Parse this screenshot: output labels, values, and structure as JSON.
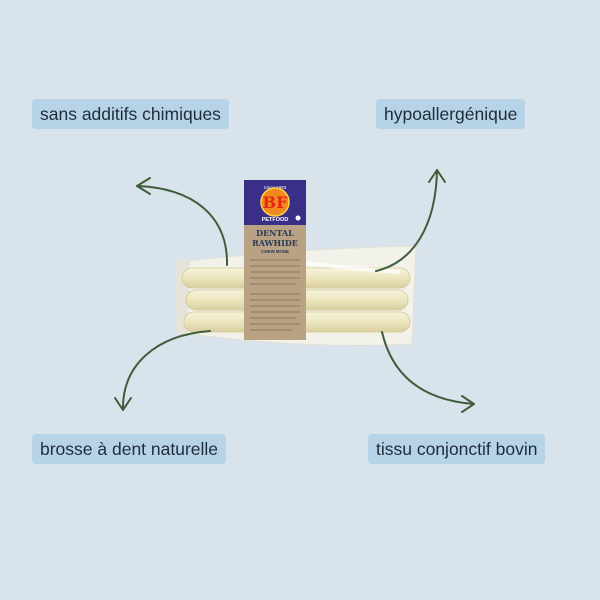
{
  "features": {
    "top_left": "sans additifs chimiques",
    "top_right": "hypoallergénique",
    "bottom_left": "brosse à dent naturelle",
    "bottom_right": "tissu conjonctif bovin"
  },
  "product": {
    "logo_since": "Since 1993",
    "logo_initials": "BF",
    "logo_brand": "PETFOOD",
    "name_line1": "DENTAL",
    "name_line2": "RAWHIDE",
    "name_line3": "CHEW BONE"
  },
  "colors": {
    "background": "#d9e3eb",
    "label_background": "#b7d3e8",
    "arrow": "#3f5d3b",
    "logo_purple": "#3a2f86",
    "logo_orange": "#f08a1c",
    "sleeve": "#b59f7f"
  }
}
